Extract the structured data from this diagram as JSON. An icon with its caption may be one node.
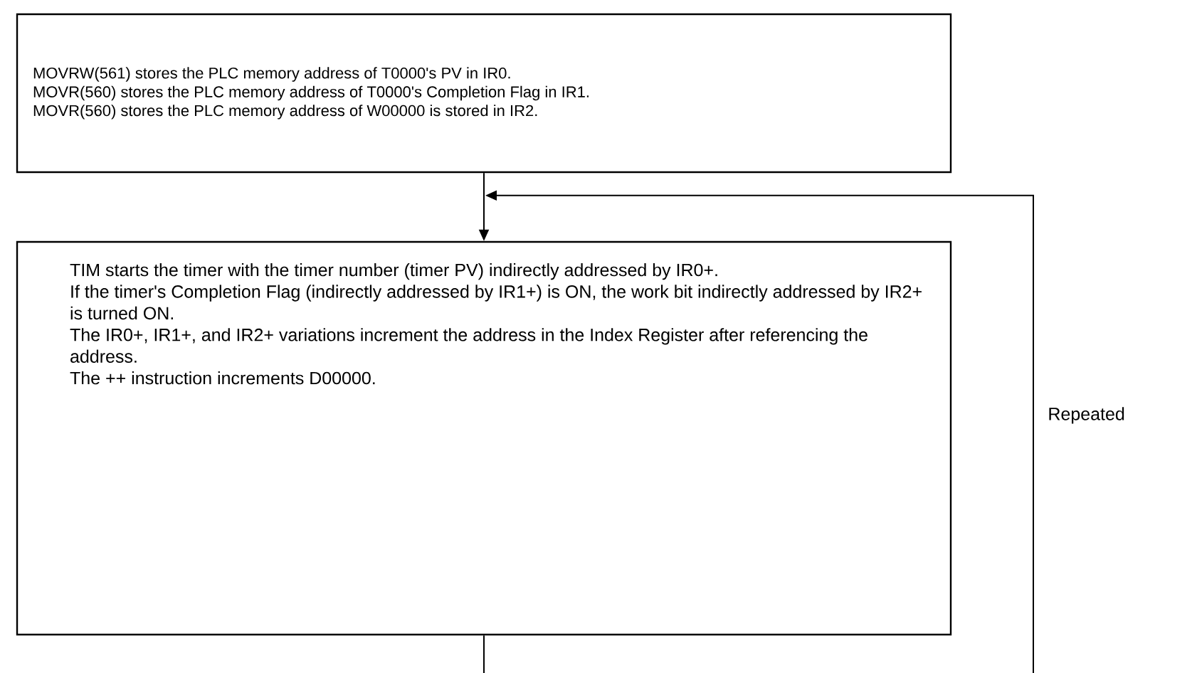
{
  "diagram": {
    "nodes": [
      {
        "text": [
          "MOVRW(561) stores the PLC memory address of T0000's PV in IR0.",
          "MOVR(560) stores the PLC memory address of T0000's Completion Flag in IR1.",
          "MOVR(560) stores the PLC memory address of W00000 is stored in IR2."
        ]
      },
      {
        "text": [
          "TIM starts the timer with the timer number (timer PV) indirectly addressed by IR0+.",
          "If the timer's Completion Flag (indirectly addressed by IR1+) is ON, the work bit indirectly addressed by IR2+ is turned ON.",
          "The IR0+, IR1+, and IR2+ variations increment the address in the Index Register after referencing the address.",
          "The ++ instruction increments D00000."
        ]
      }
    ],
    "edges": [
      {
        "from": 0,
        "to": 1,
        "arrow": "to"
      },
      {
        "from": null,
        "to": 1,
        "arrow": "to",
        "label": "Repeated"
      },
      {
        "from": 1,
        "to": null,
        "arrow": "none"
      }
    ]
  }
}
